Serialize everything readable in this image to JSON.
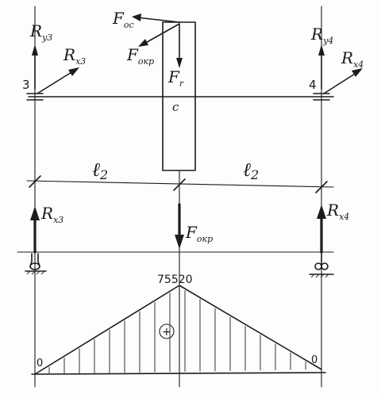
{
  "labels": {
    "R_y3": {
      "main": "R",
      "sub": "y3"
    },
    "R_x3_top": {
      "main": "R",
      "sub": "x3"
    },
    "R_y4": {
      "main": "R",
      "sub": "y4"
    },
    "R_x4_top": {
      "main": "R",
      "sub": "x4"
    },
    "F_os": {
      "main": "F",
      "sub": "oc"
    },
    "F_okr_top": {
      "main": "F",
      "sub": "окр"
    },
    "F_r": {
      "main": "F",
      "sub": "r"
    },
    "point_c": "c",
    "support_3": "3",
    "support_4": "4",
    "span_left": {
      "main": "ℓ",
      "sub": "2"
    },
    "span_right": {
      "main": "ℓ",
      "sub": "2"
    },
    "R_x3_bottom": {
      "main": "R",
      "sub": "x3"
    },
    "R_x4_bottom": {
      "main": "R",
      "sub": "x4"
    },
    "F_okr_bottom": {
      "main": "F",
      "sub": "окр"
    },
    "moment_peak": "75520",
    "zero_left": "0",
    "zero_right": "0",
    "sign": "+"
  },
  "colors": {
    "ink": "#1c1c1c",
    "paper": "#fdfdfc"
  }
}
